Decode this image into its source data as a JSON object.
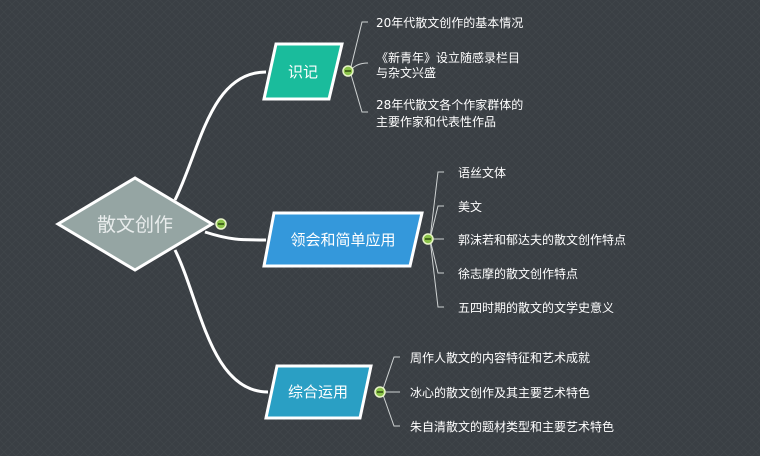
{
  "root": {
    "label": "散文创作",
    "color": "#95a5a3"
  },
  "branches": [
    {
      "label": "识记",
      "color": "#1abc9c",
      "items": [
        [
          "20年代散文创作的基本情况"
        ],
        [
          "《新青年》设立随感录栏目",
          "与杂文兴盛"
        ],
        [
          "28年代散文各个作家群体的",
          "主要作家和代表性作品"
        ]
      ]
    },
    {
      "label": "领会和简单应用",
      "color": "#3498db",
      "items": [
        [
          "语丝文体"
        ],
        [
          "美文"
        ],
        [
          "郭沫若和郁达夫的散文创作特点"
        ],
        [
          "徐志摩的散文创作特点"
        ],
        [
          "五四时期的散文的文学史意义"
        ]
      ]
    },
    {
      "label": "综合运用",
      "color": "#2a9fc4",
      "items": [
        [
          "周作人散文的内容特征和艺术成就"
        ],
        [
          "冰心的散文创作及其主要艺术特色"
        ],
        [
          "朱自清散文的题材类型和主要艺术特色"
        ]
      ]
    }
  ]
}
